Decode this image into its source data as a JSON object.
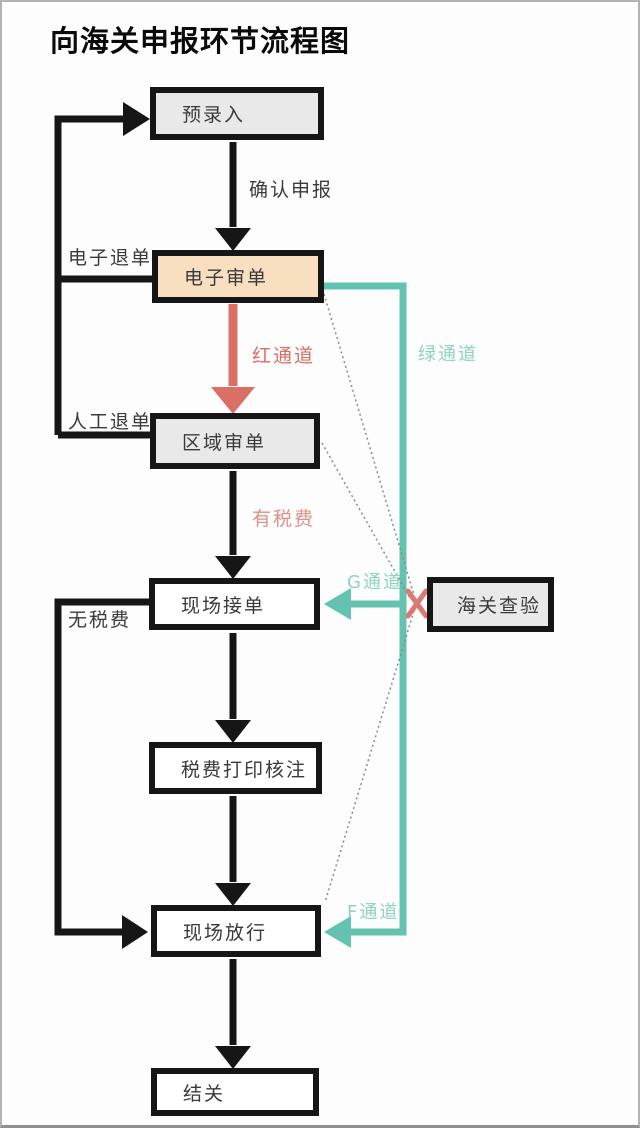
{
  "title": "向海关申报环节流程图",
  "nodes": {
    "pre_entry": {
      "label": "预录入"
    },
    "electronic_review": {
      "label": "电子审单"
    },
    "regional_review": {
      "label": "区域审单"
    },
    "onsite_receive": {
      "label": "现场接单"
    },
    "tax_print": {
      "label": "税费打印核注"
    },
    "onsite_release": {
      "label": "现场放行"
    },
    "customs_closure": {
      "label": "结关"
    },
    "customs_inspection": {
      "label": "海关查验"
    }
  },
  "edge_labels": {
    "confirm_declare": "确认申报",
    "electronic_return": "电子退单",
    "manual_return": "人工退单",
    "red_channel": "红通道",
    "has_tax": "有税费",
    "no_tax": "无税费",
    "green_channel": "绿通道",
    "g_channel": "G通道",
    "f_channel": "F通道"
  },
  "colors": {
    "red_channel": "#dc6f65",
    "has_tax_label": "#dc9189",
    "green_channel": "#63c2b0",
    "green_label": "#8ed2c4",
    "node_fill_gray": "#e9e9e9",
    "node_fill_peach": "#f8dfc0",
    "dotted": "#8a8a8a",
    "x_mark": "#d97a74"
  }
}
